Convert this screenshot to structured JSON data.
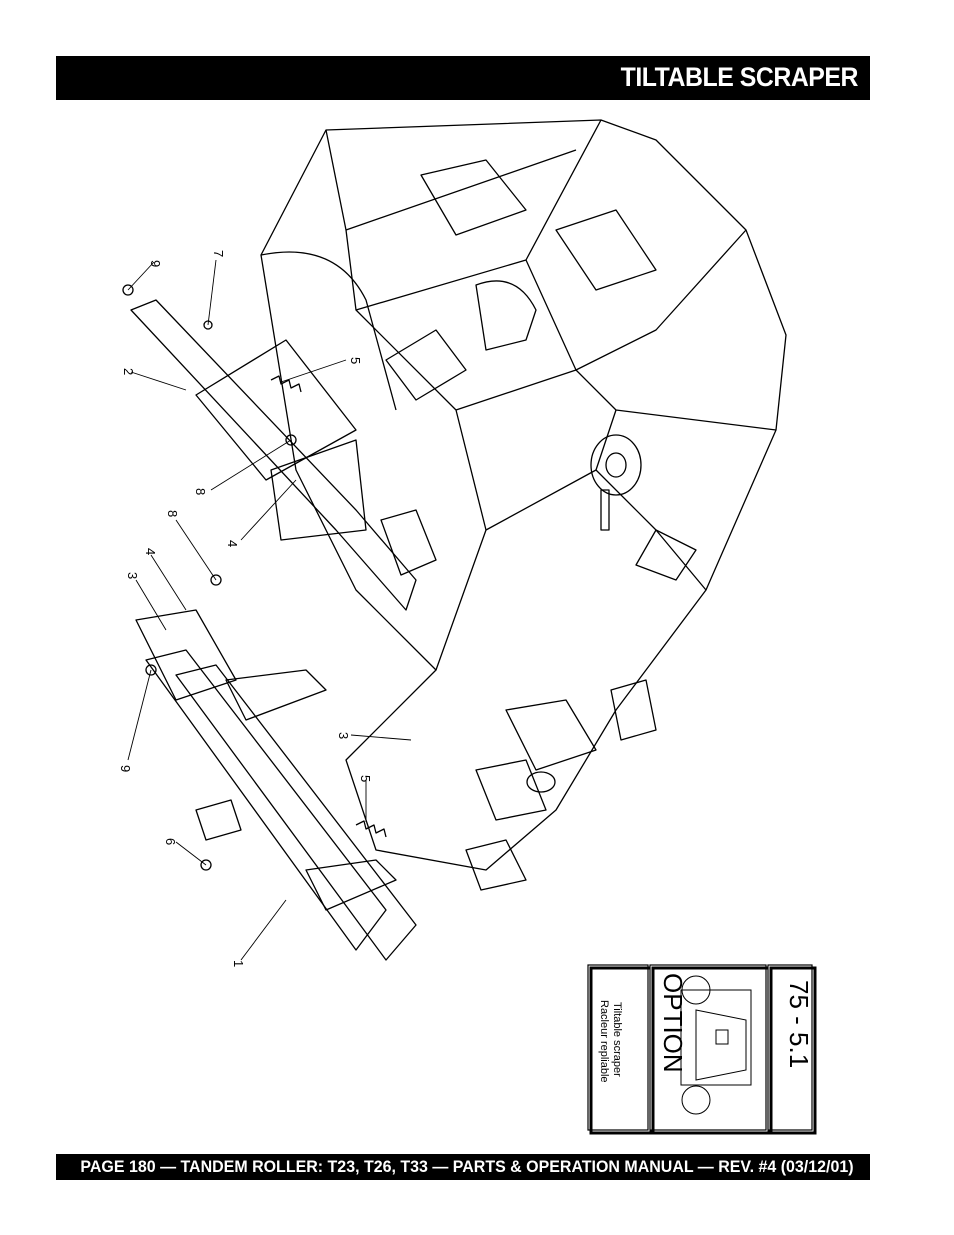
{
  "header": {
    "title": "TILTABLE SCRAPER"
  },
  "footer": {
    "text": "PAGE 180 — TANDEM ROLLER: T23, T26, T33 — PARTS & OPERATION MANUAL — REV. #4 (03/12/01)"
  },
  "diagram": {
    "callouts": [
      "9",
      "7",
      "2",
      "5",
      "8",
      "4",
      "8",
      "4",
      "3",
      "9",
      "3",
      "5",
      "6",
      "1"
    ]
  },
  "reference_box": {
    "number": "75 - 5.1",
    "option_label": "OPTION",
    "caption_en": "Tiltable scraper",
    "caption_fr": "Racleur repliable"
  }
}
